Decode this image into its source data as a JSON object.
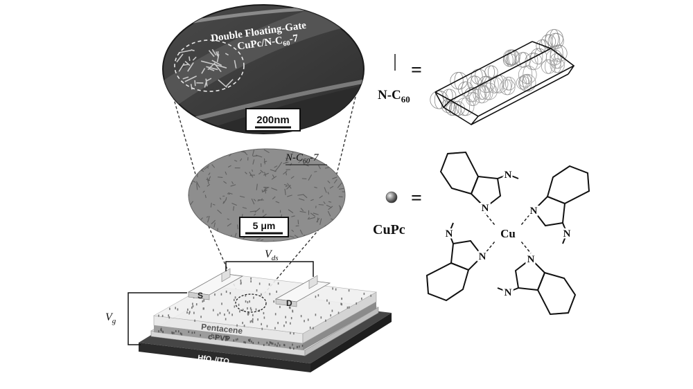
{
  "sem_top": {
    "label_line1": "Double Floating-Gate",
    "label_line2_main": "CuPc/N-C",
    "label_line2_sub": "60",
    "label_line2_tail": "-7",
    "scalebar": "200nm"
  },
  "sem_mid": {
    "label_main": "N-C",
    "label_sub": "60",
    "label_tail": "-7",
    "scalebar": "5 μm"
  },
  "device": {
    "vds_main": "V",
    "vds_sub": "ds",
    "vg_main": "V",
    "vg_sub": "g",
    "source": "S",
    "drain": "D",
    "layer_pentacene": "Pentacene",
    "layer_cpvp": "c-PVP",
    "layer_substrate_a": "HfO",
    "layer_substrate_sub": "2",
    "layer_substrate_b": "/ITO"
  },
  "legend": {
    "equals": "=",
    "nc60_main": "N-C",
    "nc60_sub": "60",
    "cupc": "CuPc"
  },
  "molecule": {
    "center_atom": "Cu",
    "nitrogen": "N"
  },
  "colors": {
    "sem_dark": "#3a3a3a",
    "film_gray": "#8e8e8e",
    "substrate_dark": "#3d3d3d",
    "line": "#222222"
  }
}
